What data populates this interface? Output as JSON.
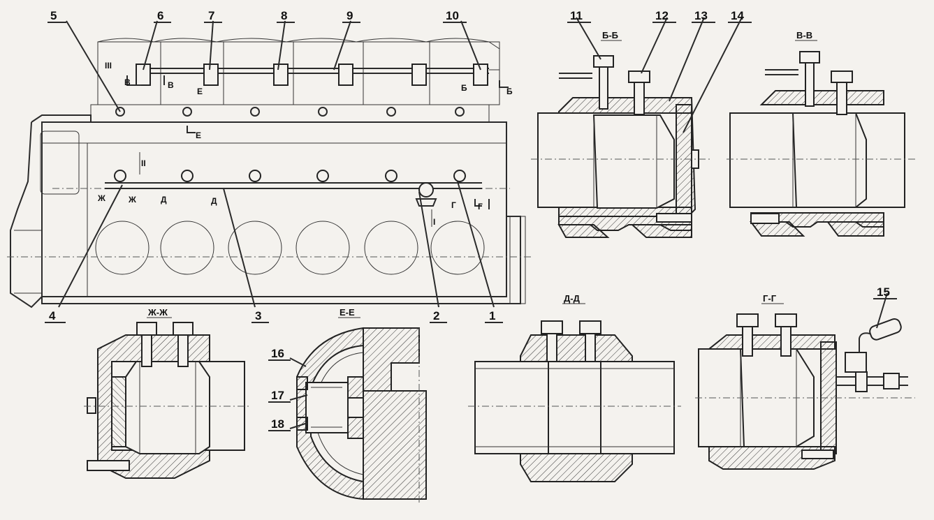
{
  "callouts": [
    "1",
    "2",
    "3",
    "4",
    "5",
    "6",
    "7",
    "8",
    "9",
    "10",
    "11",
    "12",
    "13",
    "14",
    "15",
    "16",
    "17",
    "18"
  ],
  "sections": {
    "bb": "Б-Б",
    "vv": "В-В",
    "zhzh": "Ж-Ж",
    "ee": "Е-Е",
    "dd": "Д-Д",
    "gg": "Г-Г"
  },
  "cut_marks": {
    "b": "Б",
    "v": "В",
    "e": "Е",
    "zh": "Ж",
    "d": "Д",
    "g": "Г",
    "roman_1": "I",
    "roman_2": "II",
    "roman_3": "III"
  }
}
